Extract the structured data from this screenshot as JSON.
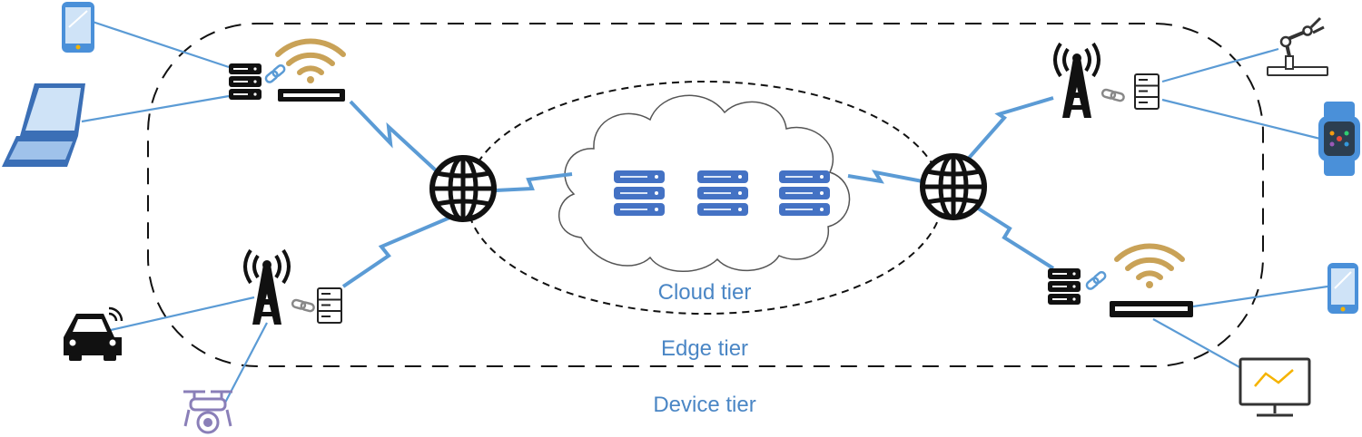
{
  "tiers": {
    "cloud": "Cloud tier",
    "edge": "Edge tier",
    "device": "Device tier"
  },
  "colors": {
    "link": "#5b9bd5",
    "server": "#4472c4",
    "wifi": "#c9a257",
    "label": "#4a86c5",
    "device": "#4a90d9"
  },
  "nodes": {
    "cloud_servers": 3,
    "gateways": 2,
    "edge_sites": [
      "wifi-router-top-left",
      "cell-tower-bottom-left",
      "cell-tower-top-right",
      "wifi-router-bottom-right"
    ],
    "devices_left": [
      "smartphone",
      "laptop",
      "car",
      "drone"
    ],
    "devices_right": [
      "robot-arm",
      "smartwatch",
      "smartphone",
      "monitor"
    ]
  }
}
